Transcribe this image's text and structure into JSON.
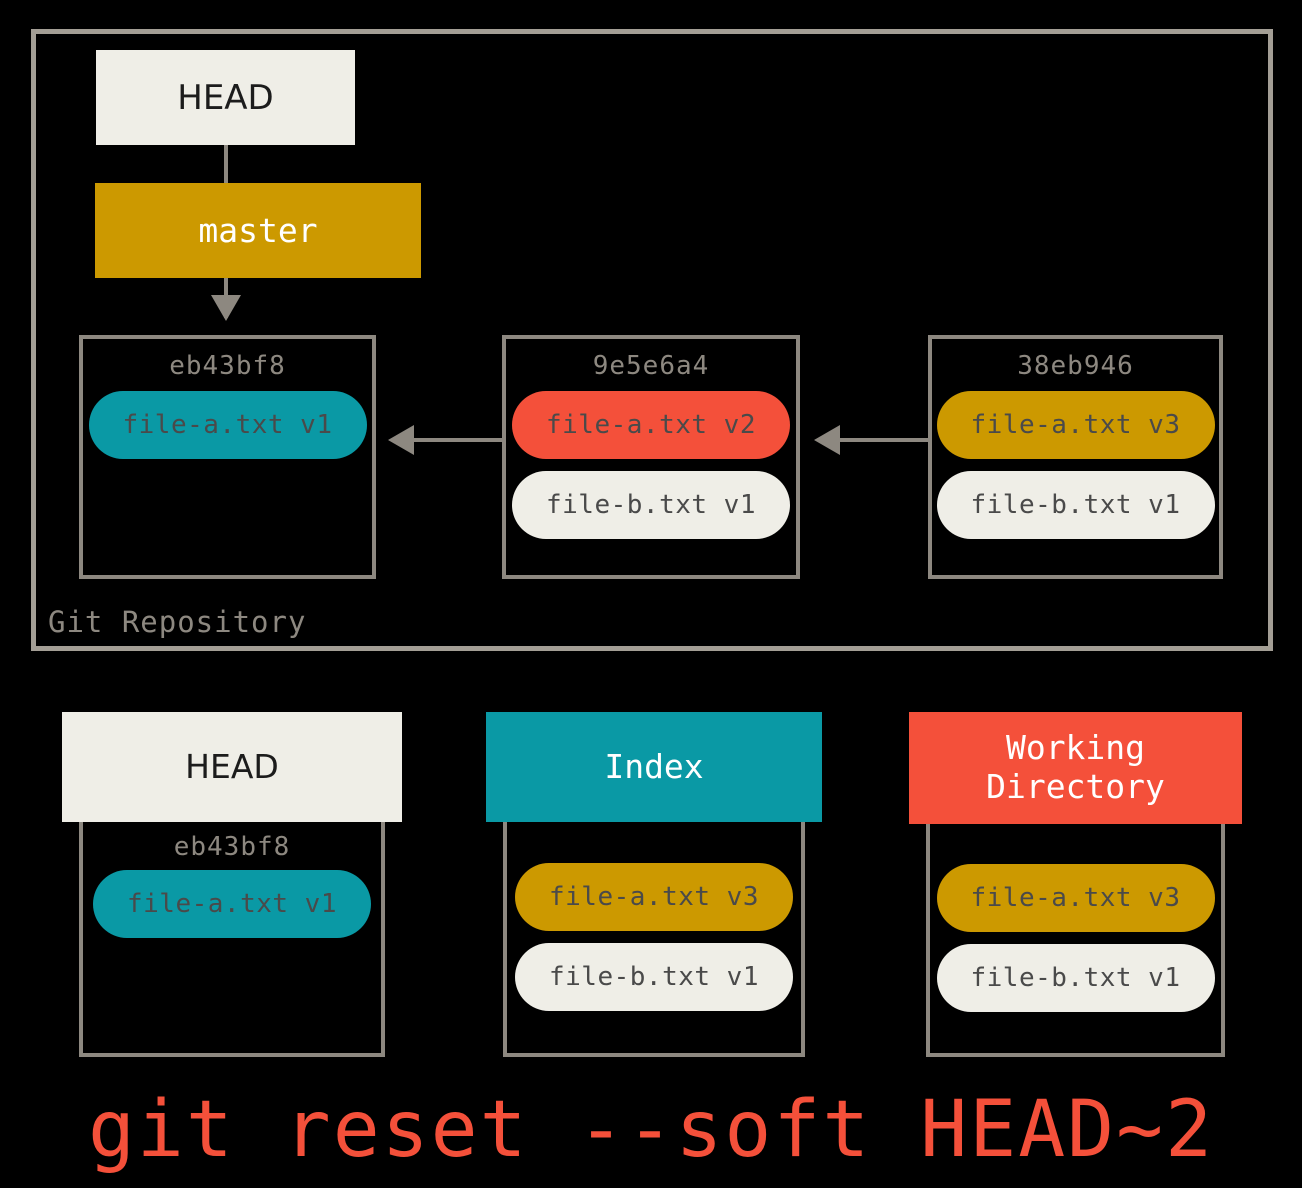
{
  "repository": {
    "label": "Git Repository",
    "head_pointer": {
      "label": "HEAD"
    },
    "branch": {
      "label": "master"
    },
    "commits": [
      {
        "sha": "eb43bf8",
        "files": [
          {
            "name": "file-a.txt v1",
            "color": "teal"
          }
        ]
      },
      {
        "sha": "9e5e6a4",
        "files": [
          {
            "name": "file-a.txt v2",
            "color": "red"
          },
          {
            "name": "file-b.txt v1",
            "color": "cream"
          }
        ]
      },
      {
        "sha": "38eb946",
        "files": [
          {
            "name": "file-a.txt v3",
            "color": "gold"
          },
          {
            "name": "file-b.txt v1",
            "color": "cream"
          }
        ]
      }
    ]
  },
  "areas": [
    {
      "title": "HEAD",
      "header_color": "#efeee7",
      "sha": "eb43bf8",
      "files": [
        {
          "name": "file-a.txt v1",
          "color": "teal"
        }
      ]
    },
    {
      "title": "Index",
      "header_color": "#0a99a5",
      "sha": "",
      "files": [
        {
          "name": "file-a.txt v3",
          "color": "gold"
        },
        {
          "name": "file-b.txt v1",
          "color": "cream"
        }
      ]
    },
    {
      "title": "Working\nDirectory",
      "header_color": "#f4503a",
      "sha": "",
      "files": [
        {
          "name": "file-a.txt v3",
          "color": "gold"
        },
        {
          "name": "file-b.txt v1",
          "color": "cream"
        }
      ]
    }
  ],
  "command": "git reset --soft HEAD~2",
  "colors": {
    "teal": "#0a99a5",
    "red": "#f4503a",
    "gold": "#cc9900",
    "cream": "#efeee7",
    "gray_line": "#8d8880",
    "frame": "#a39e95",
    "background": "#000000"
  }
}
